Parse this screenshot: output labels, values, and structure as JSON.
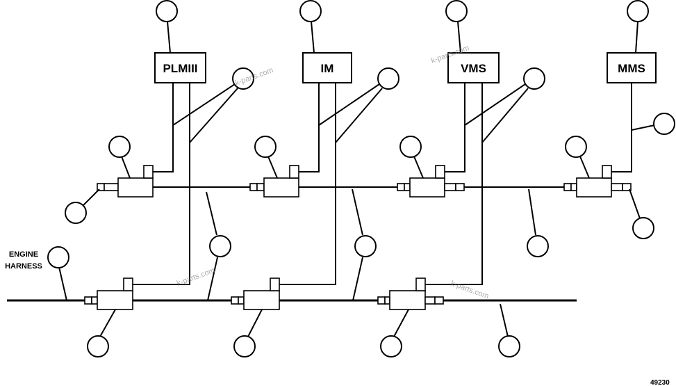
{
  "modules": [
    {
      "id": "plmiii",
      "label": "PLMIII"
    },
    {
      "id": "im",
      "label": "IM"
    },
    {
      "id": "vms",
      "label": "VMS"
    },
    {
      "id": "mms",
      "label": "MMS"
    }
  ],
  "harness_label_line1": "ENGINE",
  "harness_label_line2": "HARNESS",
  "figure_number": "49230",
  "watermark_text": "k-parts.com"
}
